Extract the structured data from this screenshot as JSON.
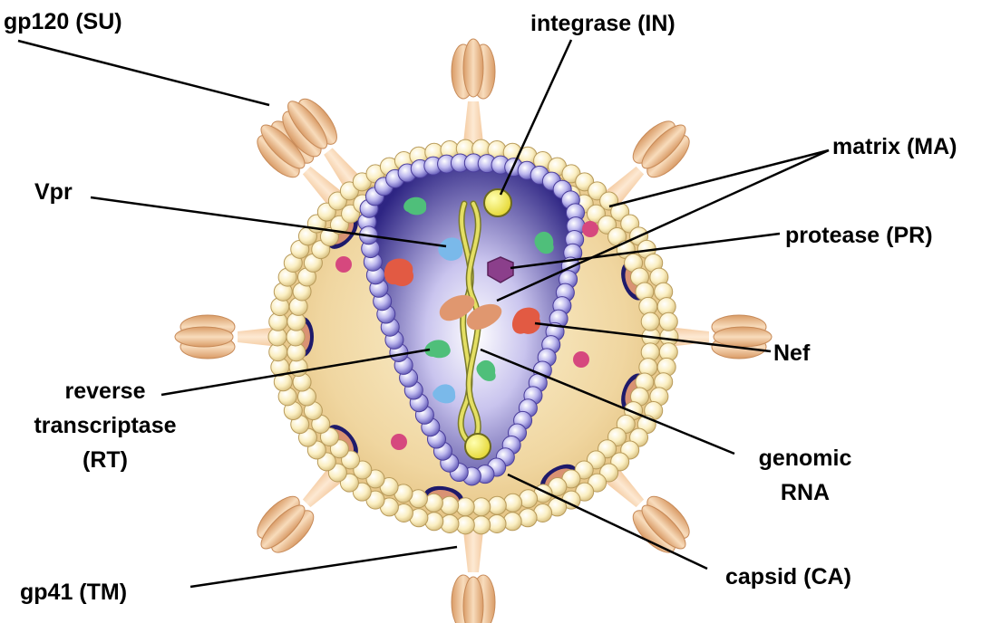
{
  "labels": {
    "gp120": "gp120 (SU)",
    "integrase": "integrase (IN)",
    "matrix": "matrix (MA)",
    "vpr": "Vpr",
    "protease": "protease (PR)",
    "nef": "Nef",
    "rt_line1": "reverse",
    "rt_line2": "transcriptase",
    "rt_line3": "(RT)",
    "genomic_line1": "genomic",
    "genomic_line2": "RNA",
    "capsid": "capsid (CA)",
    "gp41": "gp41 (TM)"
  },
  "colors": {
    "envelope_fill": "#f0d6a0",
    "lipid_bead": "#fbefc2",
    "lipid_outline": "#b89a5a",
    "spike": "#e9b183",
    "matrix_patch": "#d99273",
    "capsid_fill": "#4a3d9b",
    "capsid_bead": "#b2aee8",
    "rna": "#d9d45a",
    "integrase_ball": "#f2f06a",
    "protease": "#8b3f8b",
    "nef": "#e25a43",
    "vpr": "#7ab9ea",
    "rt": "#4fbf7a",
    "extra_protein": "#d6487e",
    "leader_line": "#000000"
  }
}
